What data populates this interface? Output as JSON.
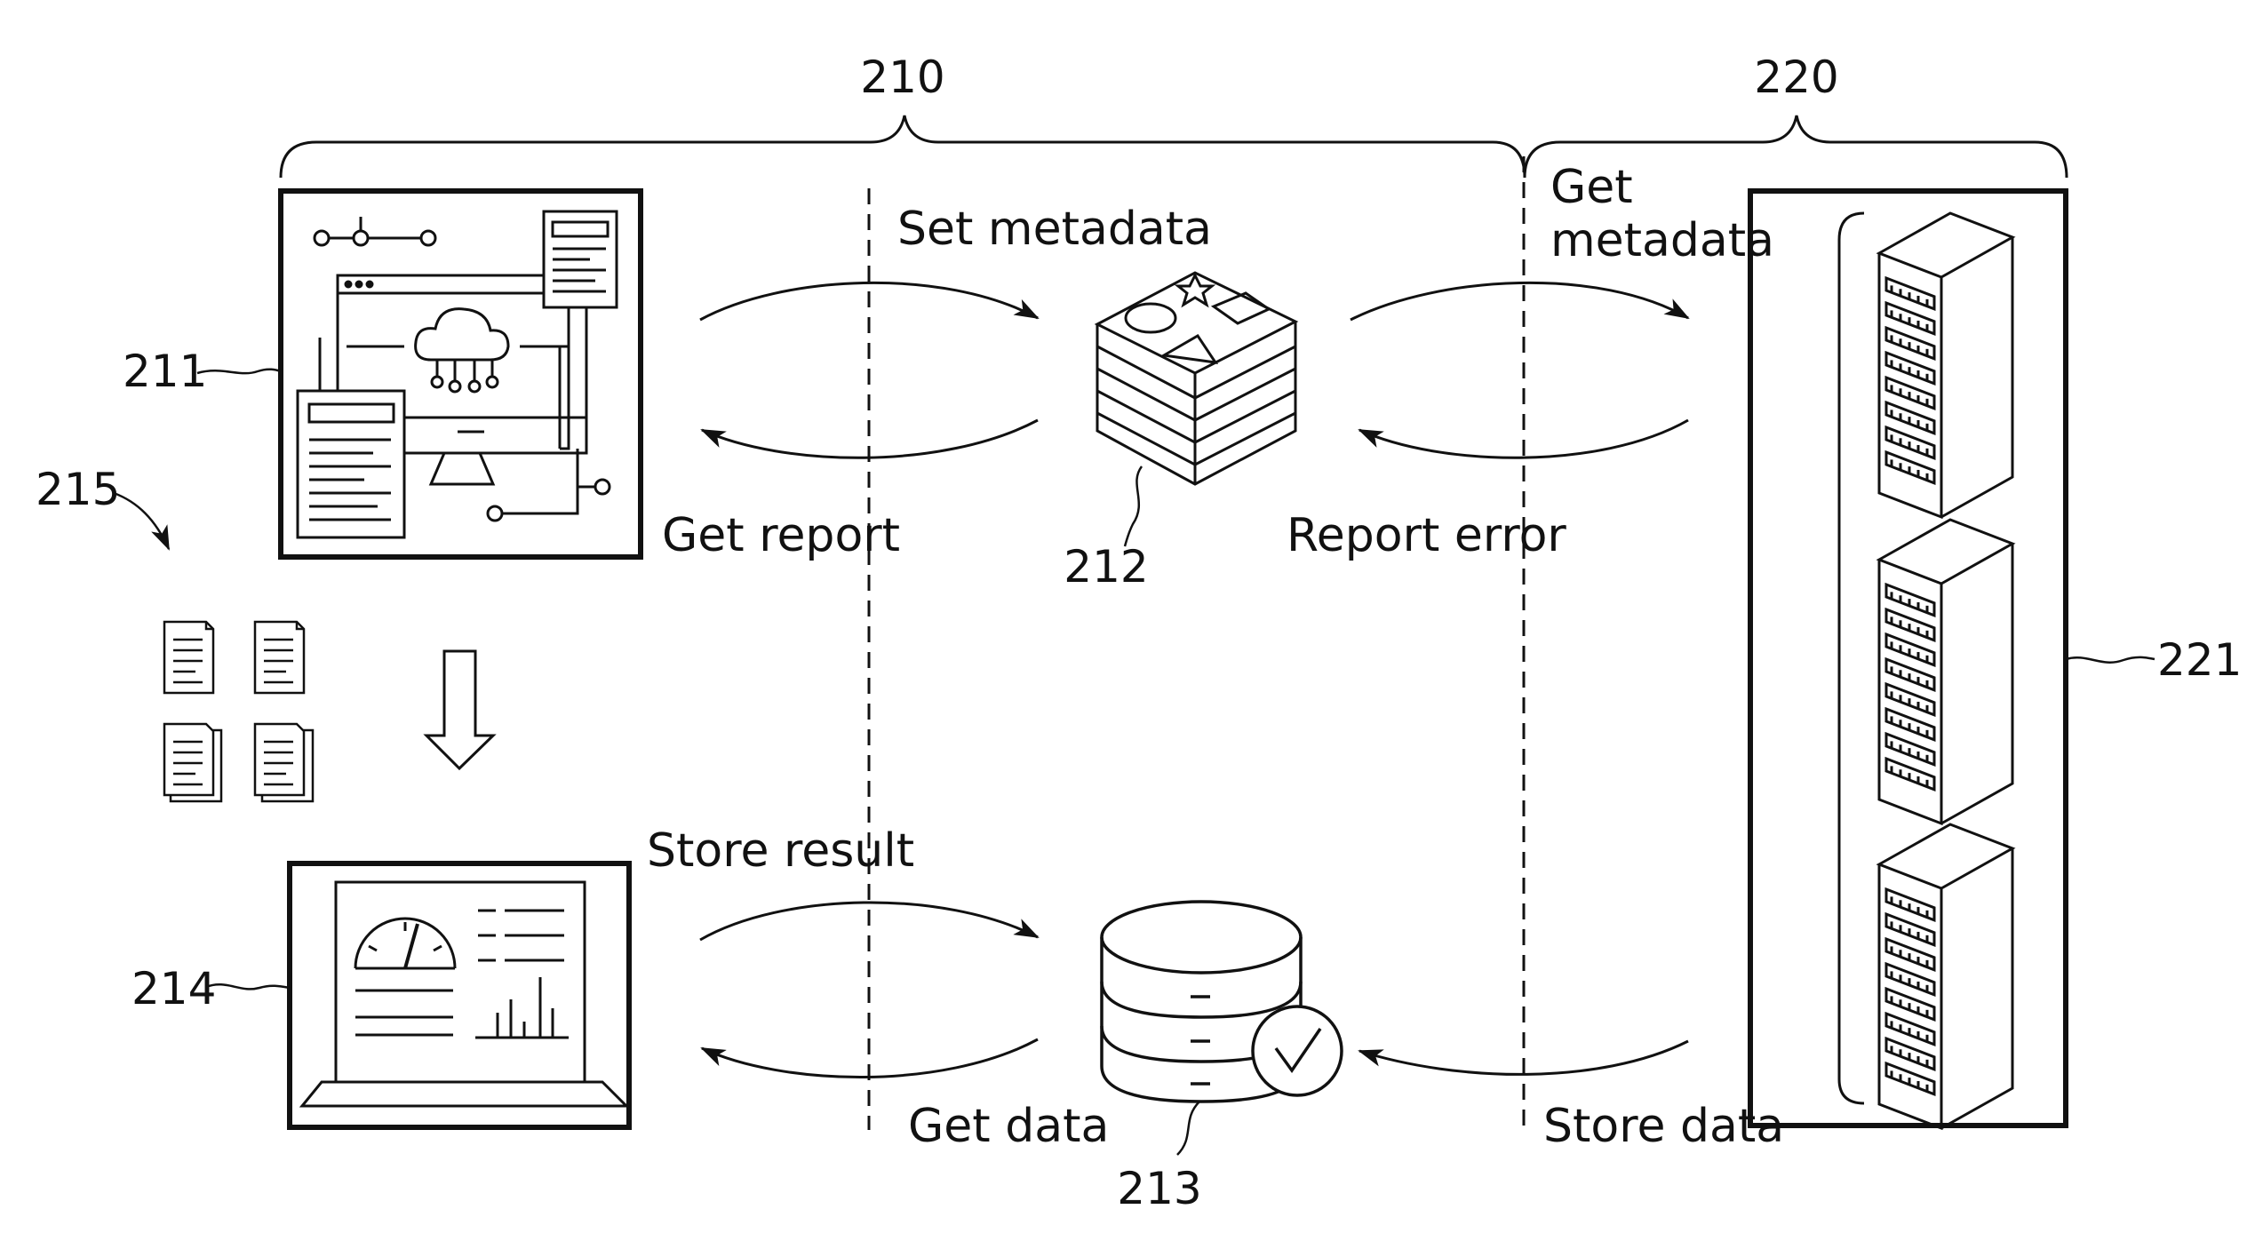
{
  "refs": {
    "r210": "210",
    "r220": "220",
    "r211": "211",
    "r212": "212",
    "r213": "213",
    "r214": "214",
    "r215": "215",
    "r221": "221"
  },
  "labels": {
    "set_metadata": "Set metadata",
    "get_report": "Get report",
    "get_metadata_line1": "Get",
    "get_metadata_line2": "metadata",
    "report_error": "Report error",
    "store_result": "Store result",
    "get_data": "Get data",
    "store_data": "Store data"
  },
  "icons": {
    "client": "computer-network-icon",
    "metadata": "metadata-layers-icon",
    "database": "database-check-icon",
    "dashboard": "laptop-dashboard-icon",
    "reports": "document-icons",
    "servers": "server-rack-icons"
  }
}
